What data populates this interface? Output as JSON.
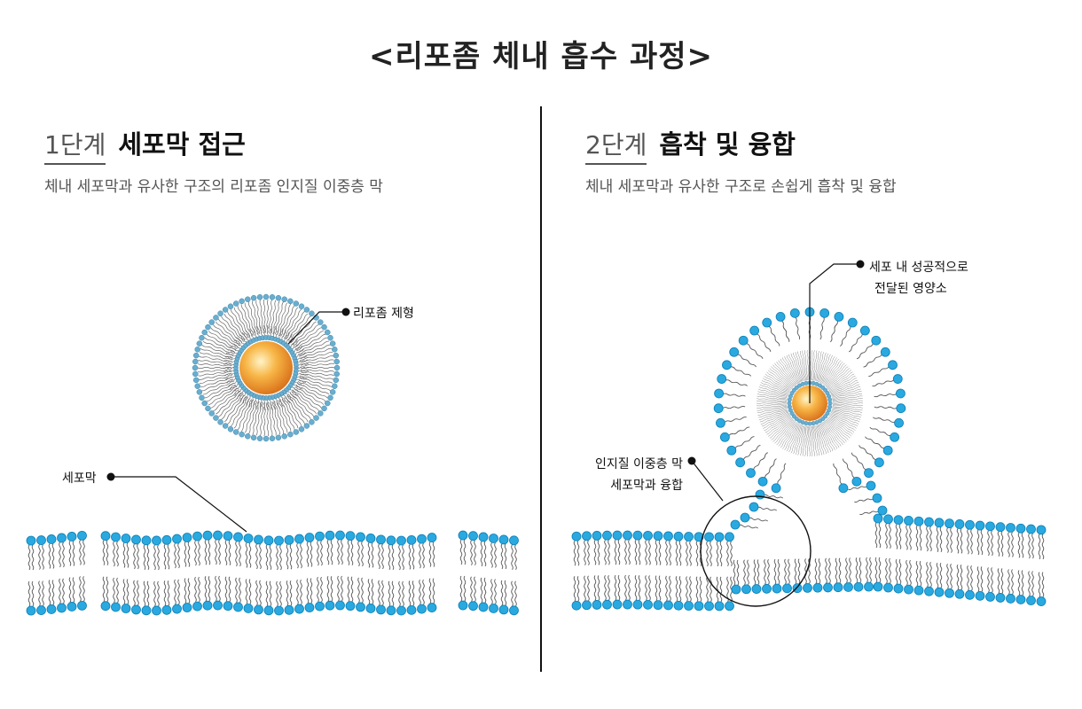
{
  "title": "<리포좀 체내 흡수 과정>",
  "stage1": {
    "step": "1단계",
    "heading": "세포막 접근",
    "description": "체내 세포막과 유사한 구조의 리포좀 인지질 이중층 막",
    "label_liposome": "리포좀 제형",
    "label_membrane": "세포막"
  },
  "stage2": {
    "step": "2단계",
    "heading": "흡착 및 융합",
    "description": "체내 세포막과 유사한 구조로 손쉽게 흡착 및 융합",
    "label_nutrient_line1": "세포 내 성공적으로",
    "label_nutrient_line2": "전달된 영양소",
    "label_fusion_line1": "인지질 이중층 막",
    "label_fusion_line2": "세포막과 융합"
  },
  "colors": {
    "head_bead": "#29a9e0",
    "head_bead_stroke": "#0d7fb5",
    "small_bead": "#6aaecf",
    "tail": "#555555",
    "core": "#f2a33a"
  }
}
